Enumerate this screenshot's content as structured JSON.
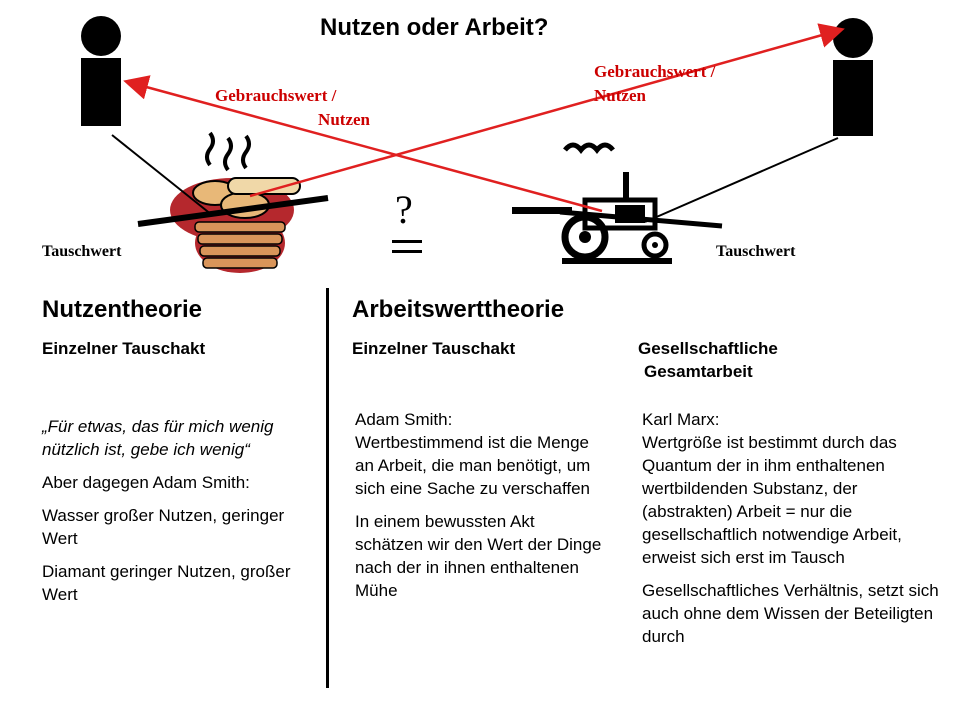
{
  "title": "Nutzen oder Arbeit?",
  "arrow_label_left": {
    "line1": "Gebrauchswert /",
    "line2": "Nutzen"
  },
  "arrow_label_right": {
    "line1": "Gebrauchswert /",
    "line2": "Nutzen"
  },
  "exchange_label_left": "Tauschwert",
  "exchange_label_right": "Tauschwert",
  "question_mark": "?",
  "colors": {
    "arrow": "#e02020",
    "text_red": "#cc0000",
    "ink": "#000000"
  },
  "left_column": {
    "heading": "Nutzentheorie",
    "subheading": "Einzelner Tauschakt",
    "quote": "„Für etwas, das für mich wenig nützlich ist, gebe ich wenig“",
    "p1": "Aber dagegen Adam Smith:",
    "p2": "Wasser großer Nutzen, geringer Wert",
    "p3": "Diamant geringer Nutzen, großer Wert"
  },
  "middle_column": {
    "heading": "Arbeitswerttheorie",
    "subheading": "Einzelner Tauschakt",
    "p1_line1": "Adam Smith:",
    "p1_line2": "Wertbestimmend ist die Menge an Arbeit, die man benötigt, um sich eine Sache zu verschaffen",
    "p2": "In einem bewussten Akt schätzen wir den Wert der Dinge nach der in ihnen enthaltenen Mühe"
  },
  "right_column": {
    "subheading_line1": "Gesellschaftliche",
    "subheading_line2": "Gesamtarbeit",
    "p1_line1": "Karl Marx:",
    "p1_line2": "Wertgröße ist bestimmt durch das Quantum der in ihm enthaltenen wertbildenden Substanz, der (abstrakten) Arbeit = nur die gesellschaftlich notwendige Arbeit, erweist sich erst im Tausch",
    "p2": "Gesellschaftliches Verhältnis, setzt sich auch ohne dem Wissen der Beteiligten durch"
  }
}
